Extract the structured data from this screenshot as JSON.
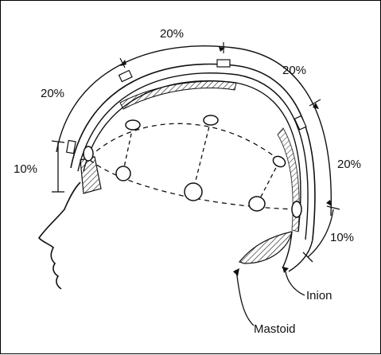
{
  "figure": {
    "labels": {
      "top_20": "20%",
      "left_20": "20%",
      "right_upper_20": "20%",
      "right_lower_20": "20%",
      "left_10": "10%",
      "right_10": "10%",
      "inion": "Inion",
      "mastoid": "Mastoid"
    },
    "colors": {
      "ink": "#111111",
      "background": "#ffffff"
    }
  }
}
